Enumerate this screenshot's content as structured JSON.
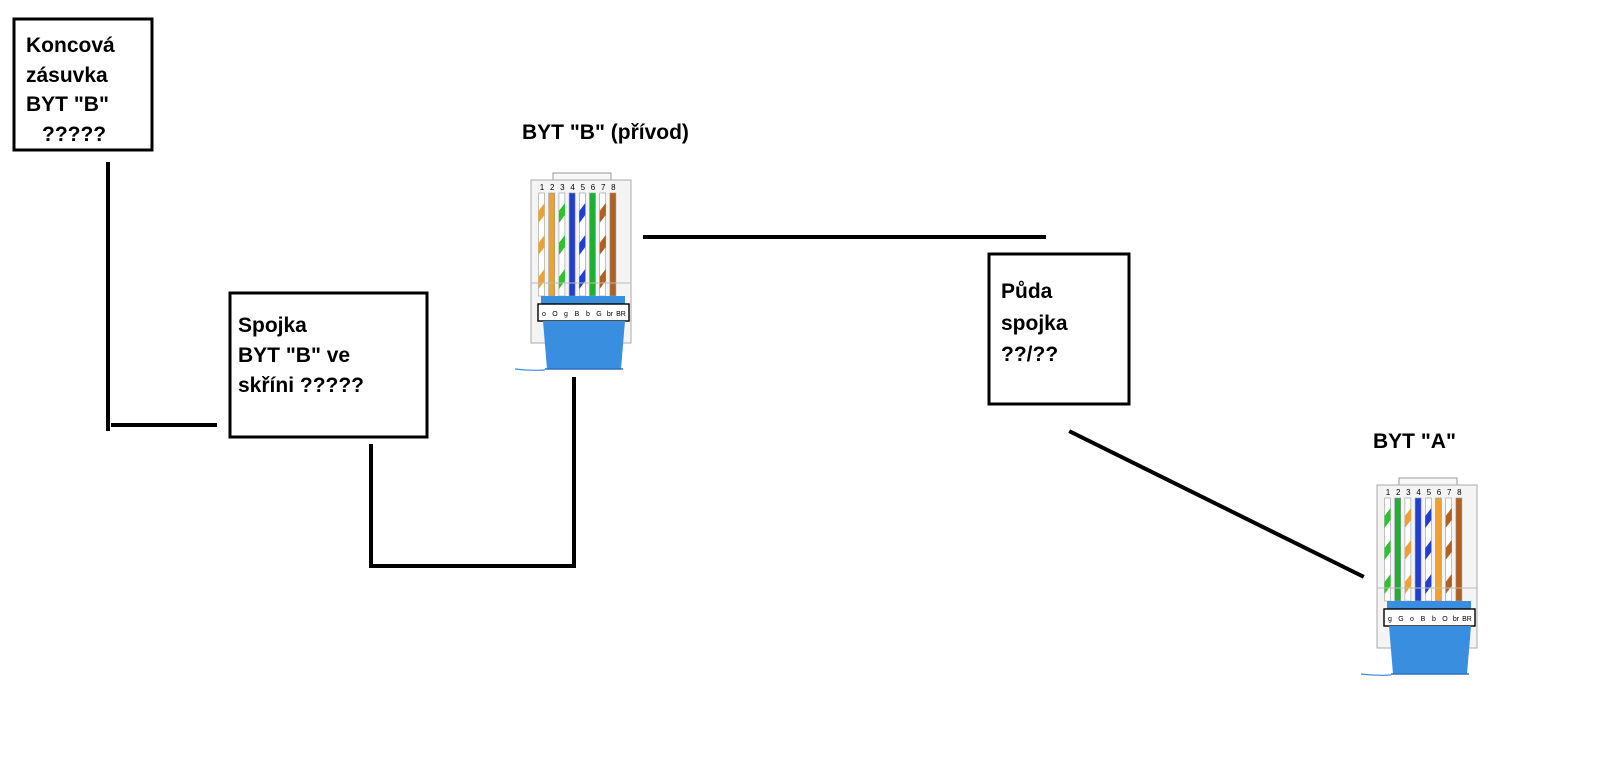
{
  "boxes": {
    "koncova": {
      "lines": [
        "Koncová",
        "zásuvka",
        "BYT \"B\"",
        "?????"
      ]
    },
    "spojka_byt_b": {
      "lines": [
        "Spojka",
        "BYT \"B\" ve",
        "skříni ?????"
      ]
    },
    "puda": {
      "lines": [
        "Půda",
        "spojka",
        "??/??"
      ]
    }
  },
  "connectors": {
    "byt_b": {
      "label": "BYT \"B\" (přívod)",
      "pin_numbers": [
        "1",
        "2",
        "3",
        "4",
        "5",
        "6",
        "7",
        "8"
      ],
      "pin_codes": [
        "o",
        "O",
        "g",
        "B",
        "b",
        "G",
        "br",
        "BR"
      ],
      "wires": [
        {
          "base": "#ffffff",
          "stripe": "#f0a030"
        },
        {
          "base": "#f0a030",
          "stripe": null
        },
        {
          "base": "#ffffff",
          "stripe": "#30c030"
        },
        {
          "base": "#1f3fd0",
          "stripe": null
        },
        {
          "base": "#ffffff",
          "stripe": "#1f3fd0"
        },
        {
          "base": "#20b030",
          "stripe": null
        },
        {
          "base": "#ffffff",
          "stripe": "#b06020"
        },
        {
          "base": "#b06020",
          "stripe": null
        }
      ]
    },
    "byt_a": {
      "label": "BYT \"A\"",
      "pin_numbers": [
        "1",
        "2",
        "3",
        "4",
        "5",
        "6",
        "7",
        "8"
      ],
      "pin_codes": [
        "g",
        "G",
        "o",
        "B",
        "b",
        "O",
        "br",
        "BR"
      ],
      "wires": [
        {
          "base": "#ffffff",
          "stripe": "#30c030"
        },
        {
          "base": "#20b030",
          "stripe": null
        },
        {
          "base": "#ffffff",
          "stripe": "#f0a030"
        },
        {
          "base": "#1f3fd0",
          "stripe": null
        },
        {
          "base": "#ffffff",
          "stripe": "#1f3fd0"
        },
        {
          "base": "#f0a030",
          "stripe": null
        },
        {
          "base": "#ffffff",
          "stripe": "#b06020"
        },
        {
          "base": "#b06020",
          "stripe": null
        }
      ]
    }
  },
  "colors": {
    "line": "#000000",
    "boot": "#3a8ee0",
    "boot_dark": "#2a70c0",
    "plug_body": "#f4f4f4"
  }
}
